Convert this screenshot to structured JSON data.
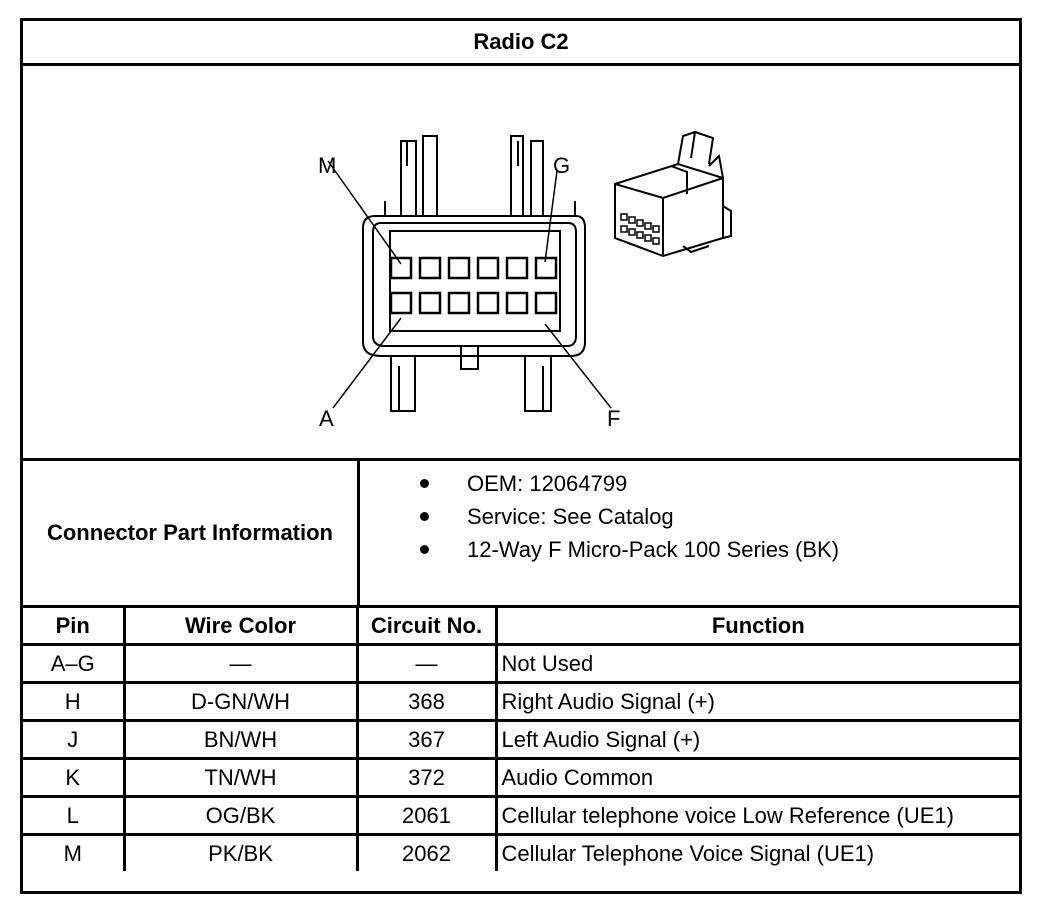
{
  "title": "Radio C2",
  "diagram": {
    "pin_labels": {
      "top_left": "M",
      "top_right": "G",
      "bottom_left": "A",
      "bottom_right": "F"
    }
  },
  "connector_info": {
    "label": "Connector Part Information",
    "items": [
      "OEM: 12064799",
      "Service: See Catalog",
      "12-Way F Micro-Pack 100 Series (BK)"
    ]
  },
  "pin_table": {
    "headers": [
      "Pin",
      "Wire Color",
      "Circuit No.",
      "Function"
    ],
    "rows": [
      [
        "A–G",
        "—",
        "—",
        "Not Used"
      ],
      [
        "H",
        "D-GN/WH",
        "368",
        "Right Audio Signal (+)"
      ],
      [
        "J",
        "BN/WH",
        "367",
        "Left Audio Signal (+)"
      ],
      [
        "K",
        "TN/WH",
        "372",
        "Audio Common"
      ],
      [
        "L",
        "OG/BK",
        "2061",
        "Cellular telephone voice Low Reference (UE1)"
      ],
      [
        "M",
        "PK/BK",
        "2062",
        "Cellular Telephone Voice Signal (UE1)"
      ]
    ]
  }
}
